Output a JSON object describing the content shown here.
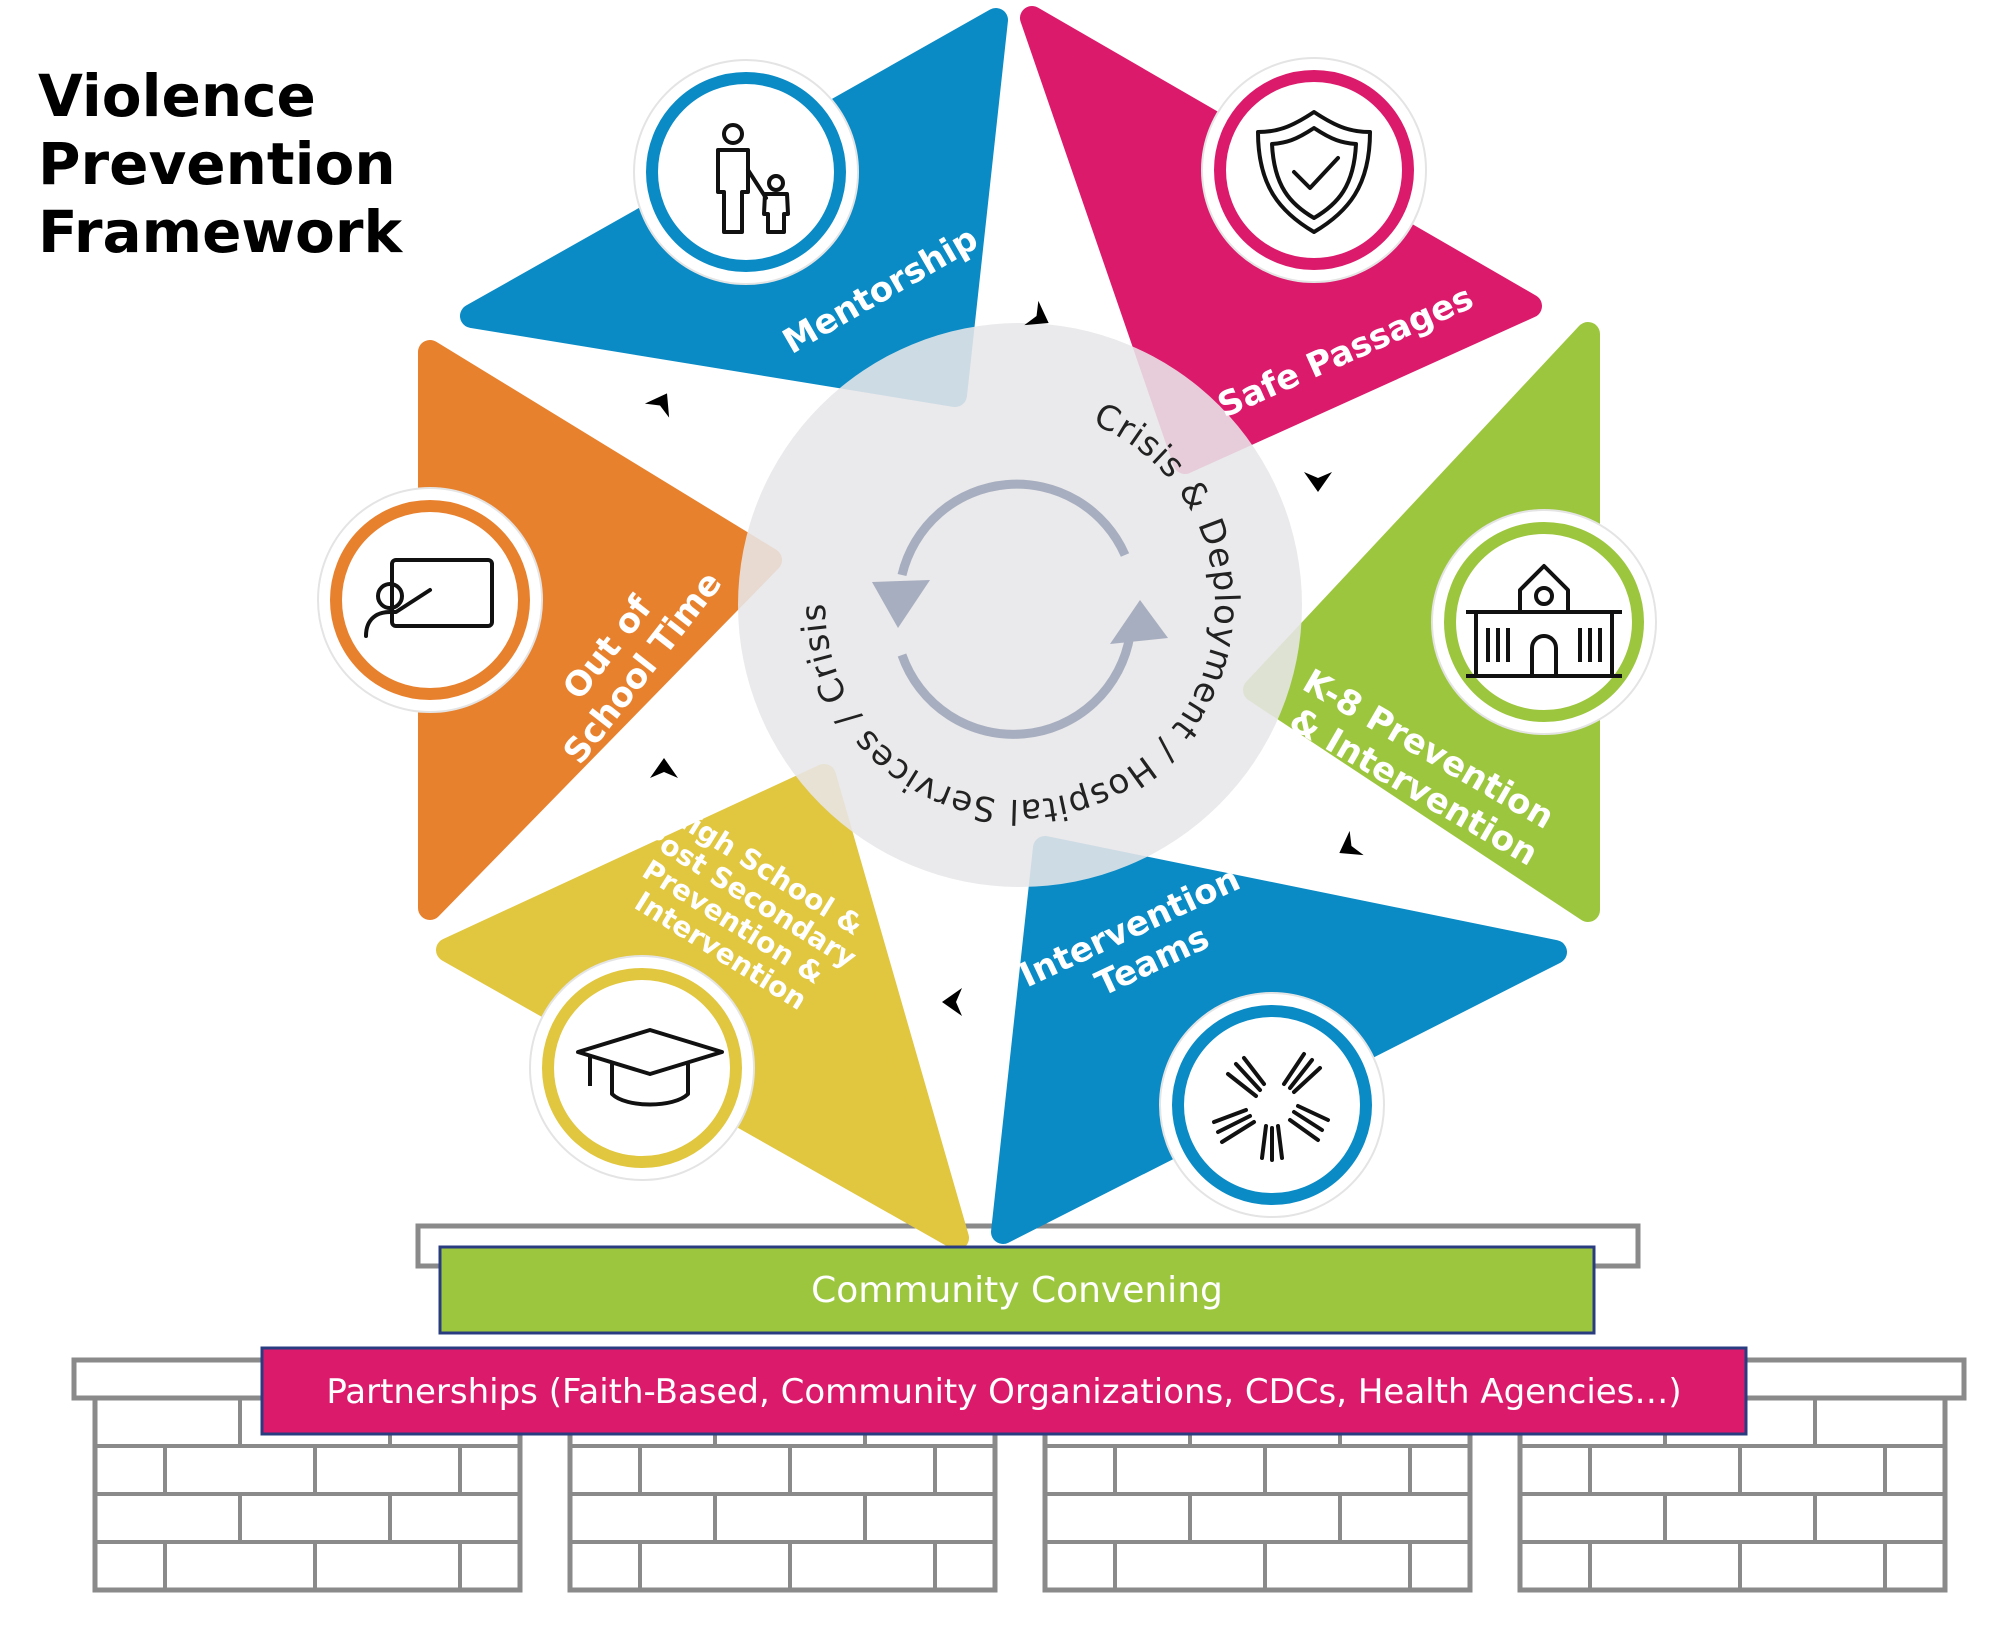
{
  "title_lines": [
    "Violence",
    "Prevention",
    "Framework"
  ],
  "segments": [
    {
      "key": "mentorship",
      "label_lines": [
        "Mentorship"
      ],
      "color": "#0a8bc6",
      "icon": "parent-child-icon"
    },
    {
      "key": "safe-passages",
      "label_lines": [
        "Safe Passages"
      ],
      "color": "#dc1a6c",
      "icon": "shield-check-icon"
    },
    {
      "key": "k8",
      "label_lines": [
        "K-8 Prevention",
        "& Intervention"
      ],
      "color": "#9dc63f",
      "icon": "school-building-icon"
    },
    {
      "key": "intervention-teams",
      "label_lines": [
        "Intervention",
        "Teams"
      ],
      "color": "#0a8bc6",
      "icon": "joined-hands-icon"
    },
    {
      "key": "high-school",
      "label_lines": [
        "High School &",
        "Post Secondary",
        "Prevention &",
        "Intervention"
      ],
      "color": "#e1c63f",
      "icon": "graduation-cap-icon"
    },
    {
      "key": "out-of-school",
      "label_lines": [
        "Out of",
        "School Time"
      ],
      "color": "#e8812e",
      "icon": "teacher-board-icon"
    }
  ],
  "center": {
    "ring_text": "Crisis & Deployment / Hospital Services / Crisis Deployment / Hospital Services /",
    "icon": "cycle-arrows-icon",
    "bg_color": "#e7e6e8"
  },
  "foundation": {
    "community": {
      "label": "Community Convening",
      "color": "#9dc63f"
    },
    "partnerships": {
      "label": "Partnerships (Faith-Based, Community Organizations, CDCs, Health Agencies…)",
      "color": "#dc1a6c"
    }
  }
}
